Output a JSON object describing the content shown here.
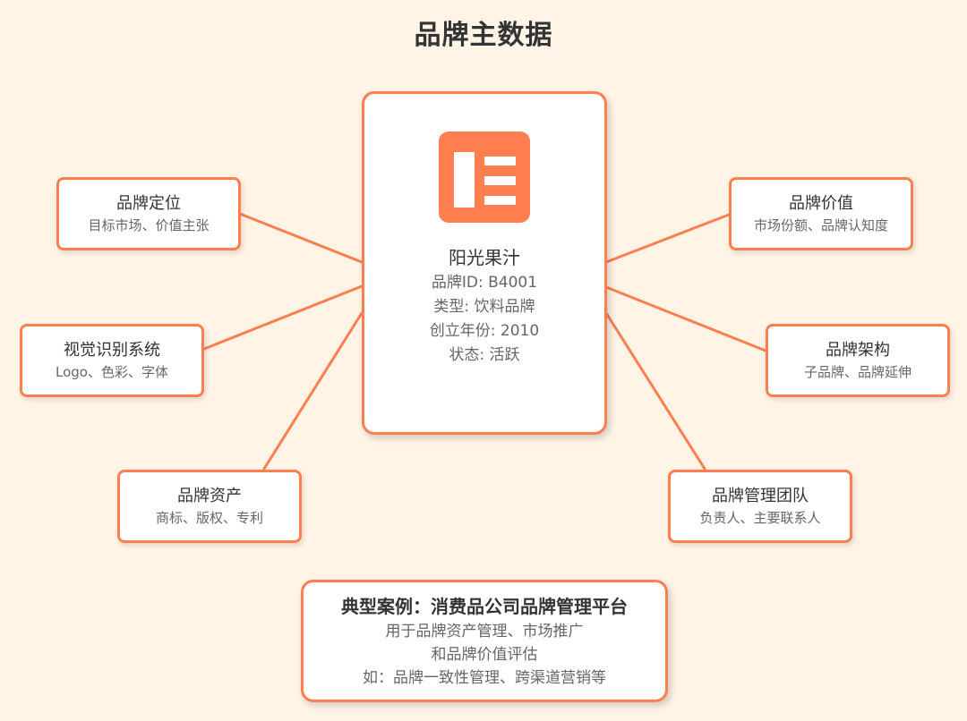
{
  "page": {
    "title": "品牌主数据"
  },
  "colors": {
    "background": "#FFF4E6",
    "accent": "#FF7F50",
    "card_background": "#FFFFFF",
    "text_primary": "#333333",
    "text_secondary": "#666666"
  },
  "center": {
    "icon": "document-layout-icon",
    "name": "阳光果汁",
    "details": [
      "品牌ID: B4001",
      "类型: 饮料品牌",
      "创立年份: 2010",
      "状态: 活跃"
    ]
  },
  "nodes": [
    {
      "title": "品牌定位",
      "subtitle": "目标市场、价值主张",
      "side": "left"
    },
    {
      "title": "视觉识别系统",
      "subtitle": "Logo、色彩、字体",
      "side": "left"
    },
    {
      "title": "品牌资产",
      "subtitle": "商标、版权、专利",
      "side": "left"
    },
    {
      "title": "品牌价值",
      "subtitle": "市场份额、品牌认知度",
      "side": "right"
    },
    {
      "title": "品牌架构",
      "subtitle": "子品牌、品牌延伸",
      "side": "right"
    },
    {
      "title": "品牌管理团队",
      "subtitle": "负责人、主要联系人",
      "side": "right"
    }
  ],
  "case": {
    "title": "典型案例：消费品公司品牌管理平台",
    "lines": [
      "用于品牌资产管理、市场推广",
      "和品牌价值评估",
      "如：品牌一致性管理、跨渠道营销等"
    ]
  }
}
